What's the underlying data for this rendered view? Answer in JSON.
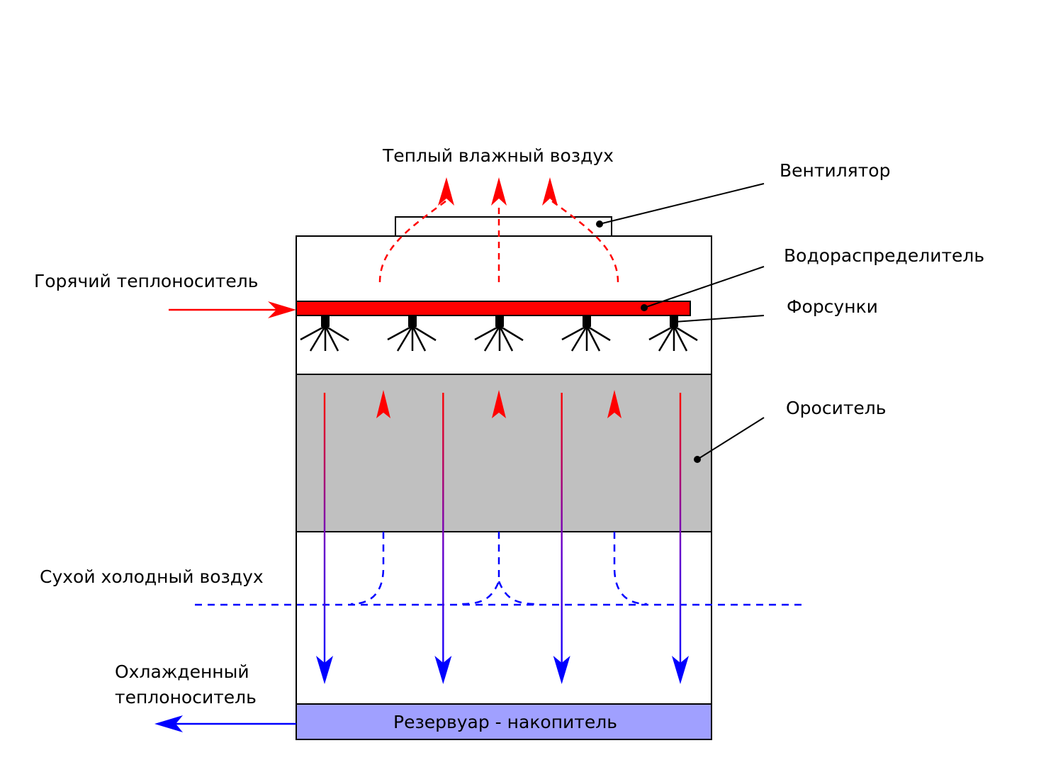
{
  "diagram": {
    "labels": {
      "warm_humid_air": "Теплый влажный воздух",
      "fan": "Вентилятор",
      "water_distributor": "Водораспределитель",
      "nozzles": "Форсунки",
      "fill": "Ороситель",
      "hot_coolant": "Горячий теплоноситель",
      "dry_cold_air": "Сухой холодный воздух",
      "cooled_coolant_line1": "Охлажденный",
      "cooled_coolant_line2": "теплоноситель",
      "reservoir": "Резервуар - накопитель"
    },
    "nozzle_count": 5,
    "water_stream_count": 4,
    "air_stream_count": 3,
    "colors": {
      "hot": "#ff0000",
      "cold": "#0000ff",
      "fill_media": "#c0c0c0",
      "reservoir": "#a0a0ff",
      "outline": "#000000"
    }
  }
}
